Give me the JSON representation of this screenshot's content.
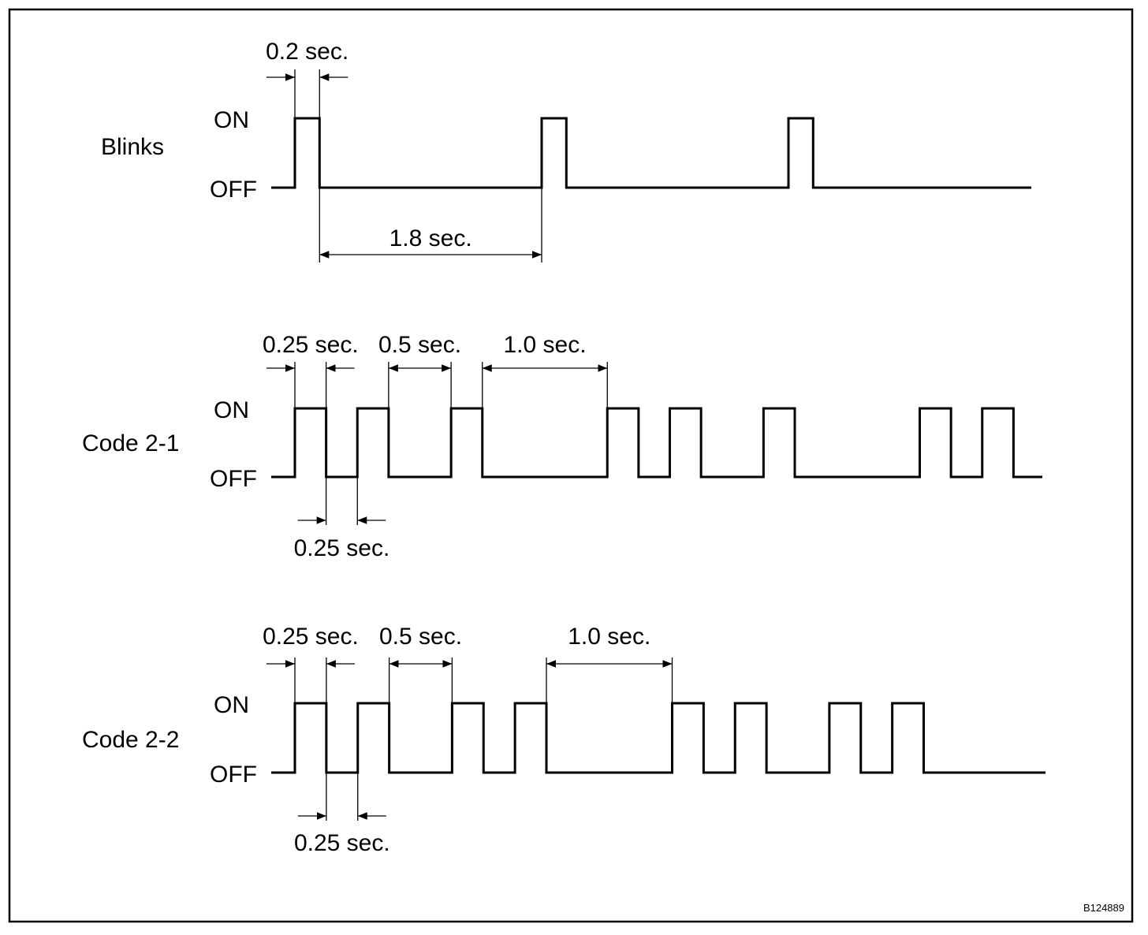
{
  "figure_id": "B124889",
  "level_labels": {
    "on": "ON",
    "off": "OFF"
  },
  "rows": [
    {
      "name": "Blinks",
      "pulses": [
        {
          "start_sec": 0.0,
          "width_sec": 0.2
        },
        {
          "start_sec": 2.0,
          "width_sec": 0.2
        },
        {
          "start_sec": 4.0,
          "width_sec": 0.2
        }
      ],
      "dimensions": [
        {
          "label": "0.2 sec.",
          "from_sec": 0.0,
          "to_sec": 0.2,
          "position": "above"
        },
        {
          "label": "1.8 sec.",
          "from_sec": 0.2,
          "to_sec": 2.0,
          "position": "below"
        }
      ]
    },
    {
      "name": "Code 2-1",
      "pulses": [
        {
          "start_sec": 0.0,
          "width_sec": 0.25
        },
        {
          "start_sec": 0.5,
          "width_sec": 0.25
        },
        {
          "start_sec": 1.25,
          "width_sec": 0.25
        },
        {
          "start_sec": 2.5,
          "width_sec": 0.25
        },
        {
          "start_sec": 3.0,
          "width_sec": 0.25
        },
        {
          "start_sec": 3.75,
          "width_sec": 0.25
        },
        {
          "start_sec": 5.0,
          "width_sec": 0.25
        },
        {
          "start_sec": 5.5,
          "width_sec": 0.25
        }
      ],
      "dimensions": [
        {
          "label": "0.25 sec.",
          "from_sec": 0.0,
          "to_sec": 0.25,
          "position": "above"
        },
        {
          "label": "0.5 sec.",
          "from_sec": 0.75,
          "to_sec": 1.25,
          "position": "above"
        },
        {
          "label": "1.0 sec.",
          "from_sec": 1.5,
          "to_sec": 2.5,
          "position": "above"
        },
        {
          "label": "0.25 sec.",
          "from_sec": 0.25,
          "to_sec": 0.5,
          "position": "below"
        }
      ]
    },
    {
      "name": "Code 2-2",
      "pulses": [
        {
          "start_sec": 0.0,
          "width_sec": 0.25
        },
        {
          "start_sec": 0.5,
          "width_sec": 0.25
        },
        {
          "start_sec": 1.25,
          "width_sec": 0.25
        },
        {
          "start_sec": 1.75,
          "width_sec": 0.25
        },
        {
          "start_sec": 3.0,
          "width_sec": 0.25
        },
        {
          "start_sec": 3.5,
          "width_sec": 0.25
        },
        {
          "start_sec": 4.25,
          "width_sec": 0.25
        },
        {
          "start_sec": 4.75,
          "width_sec": 0.25
        }
      ],
      "dimensions": [
        {
          "label": "0.25 sec.",
          "from_sec": 0.0,
          "to_sec": 0.25,
          "position": "above"
        },
        {
          "label": "0.5 sec.",
          "from_sec": 0.75,
          "to_sec": 1.25,
          "position": "above"
        },
        {
          "label": "1.0 sec.",
          "from_sec": 2.0,
          "to_sec": 3.0,
          "position": "above"
        },
        {
          "label": "0.25 sec.",
          "from_sec": 0.25,
          "to_sec": 0.5,
          "position": "below"
        }
      ]
    }
  ]
}
